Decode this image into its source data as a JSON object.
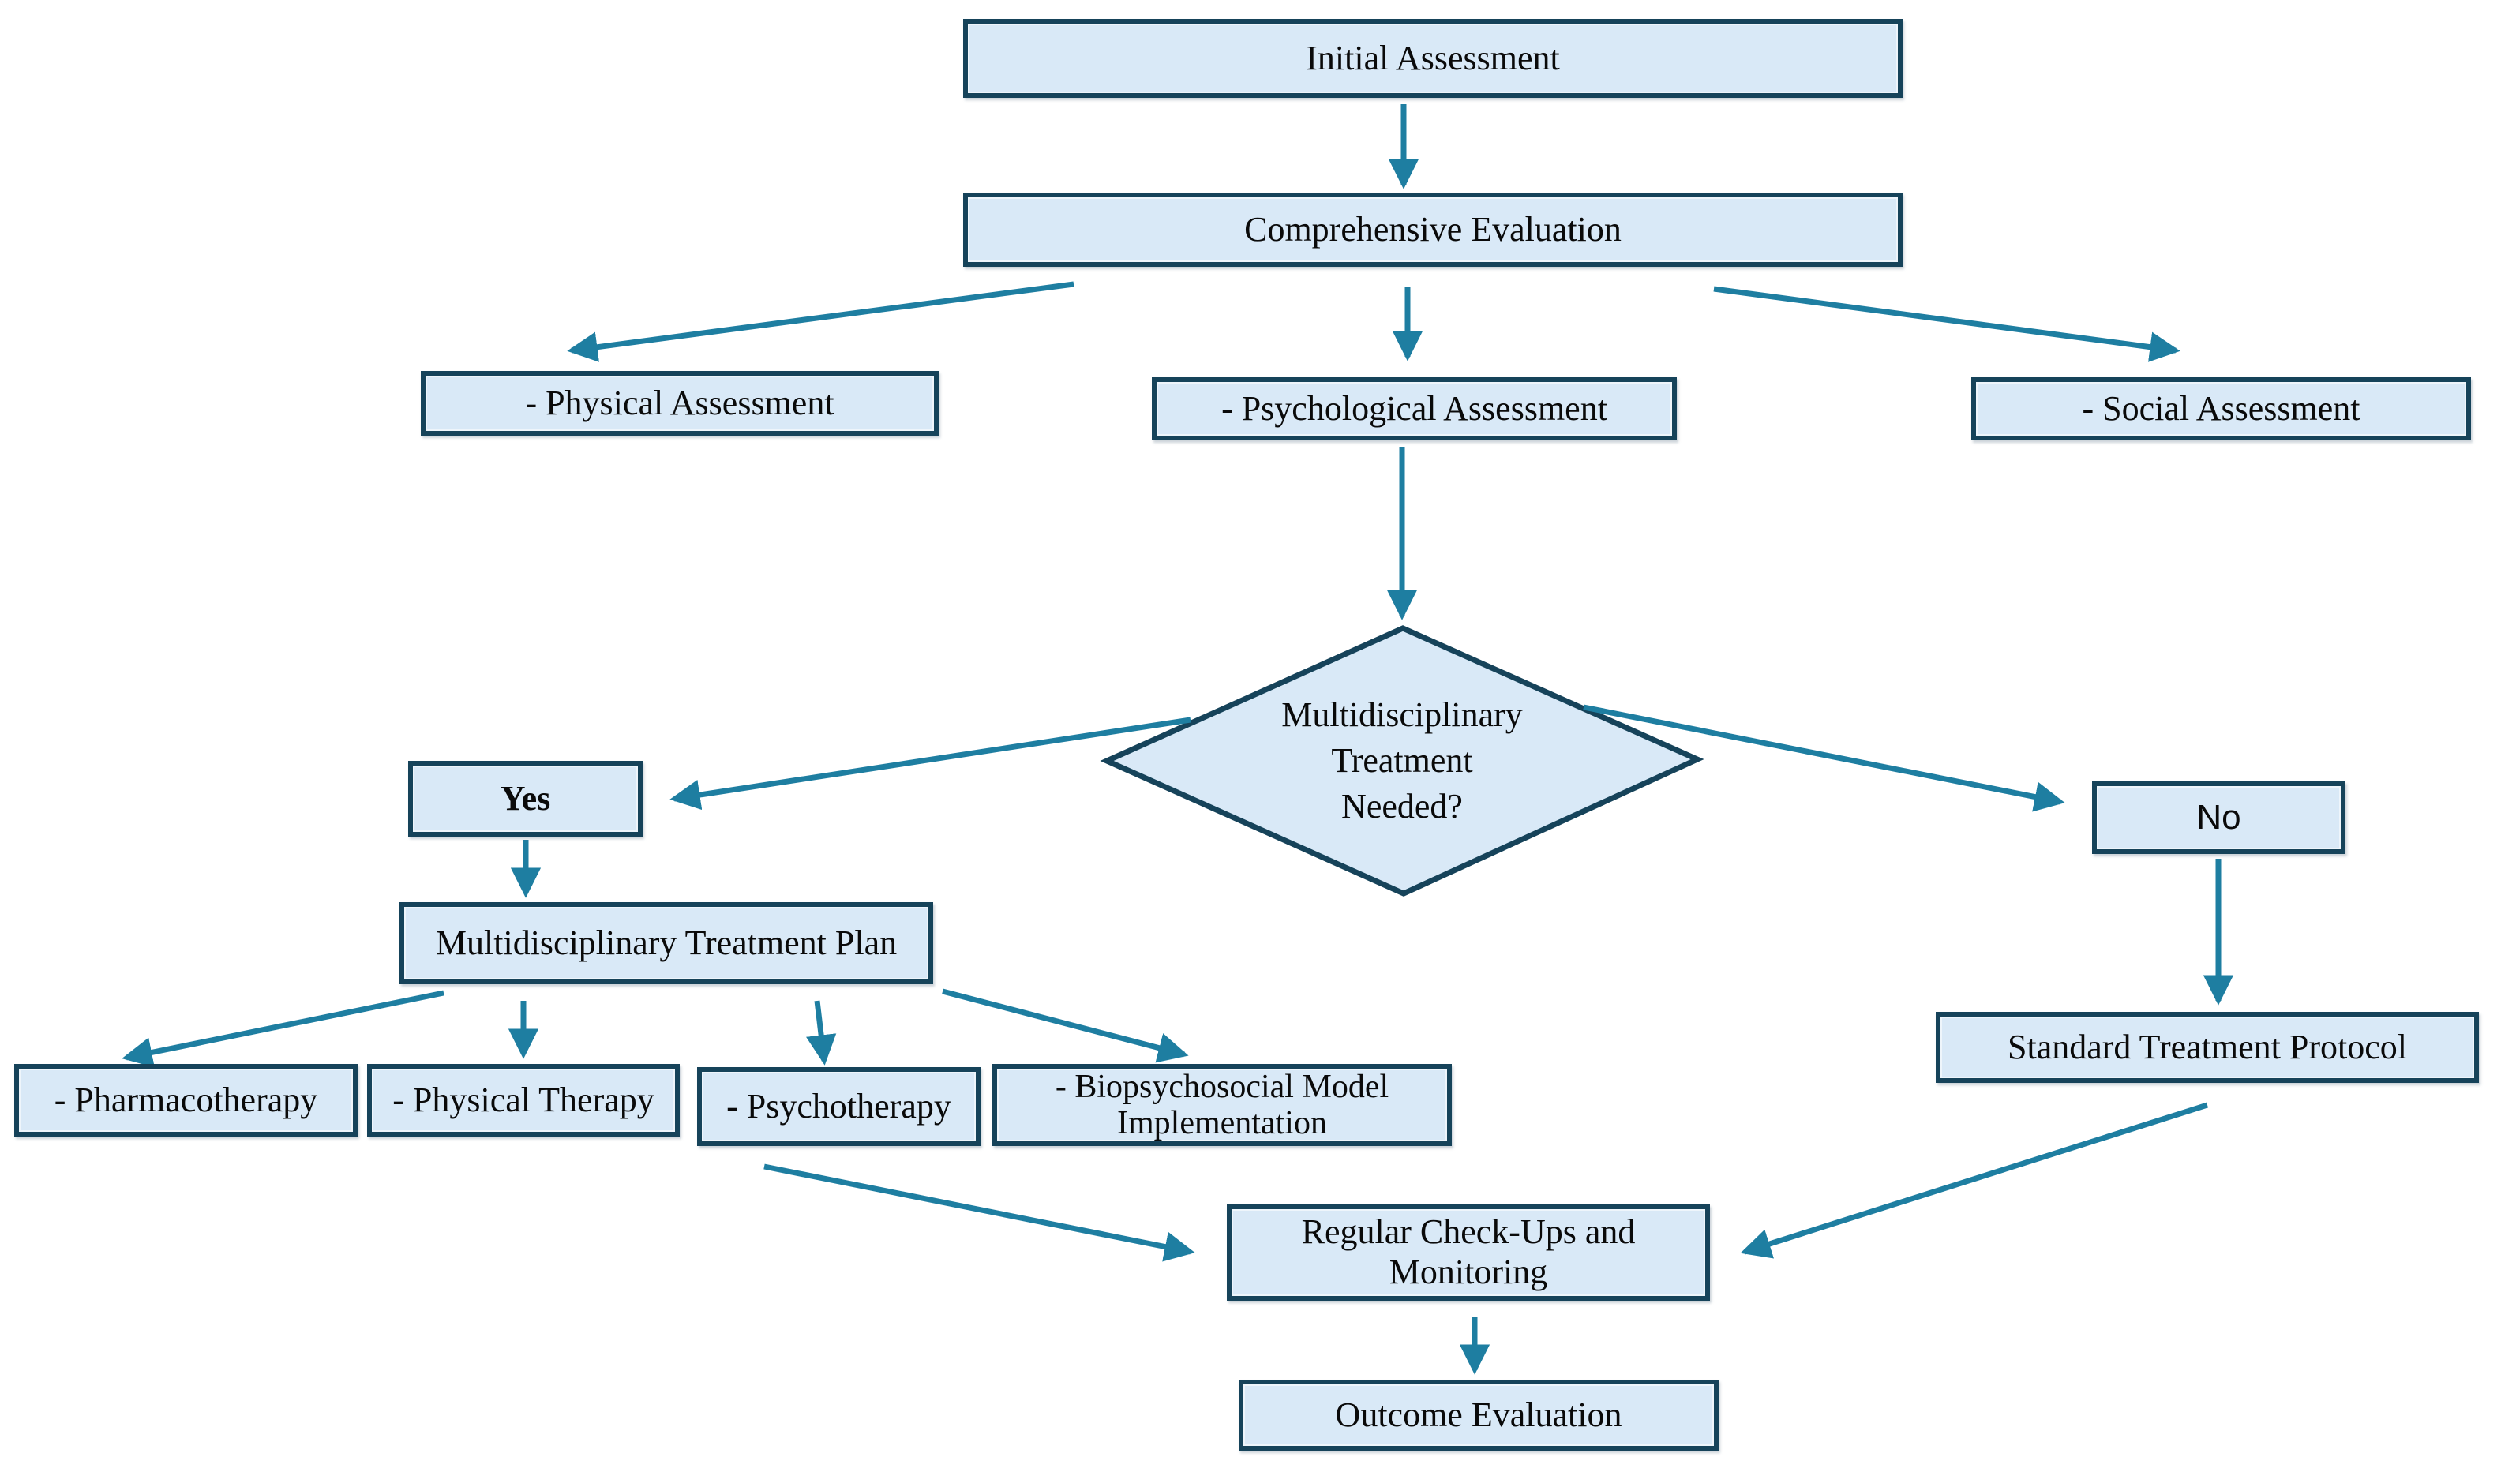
{
  "nodes": {
    "initial": {
      "label": "Initial Assessment"
    },
    "comprehensive": {
      "label": "Comprehensive Evaluation"
    },
    "physical_assessment": {
      "label": "- Physical Assessment"
    },
    "psychological_assessment": {
      "label": "- Psychological Assessment"
    },
    "social_assessment": {
      "label": "- Social Assessment"
    },
    "decision": {
      "label": "Multidisciplinary\nTreatment\nNeeded?"
    },
    "yes": {
      "label": "Yes"
    },
    "no": {
      "label": "No"
    },
    "mtp": {
      "label": "Multidisciplinary Treatment Plan"
    },
    "pharmacotherapy": {
      "label": "- Pharmacotherapy"
    },
    "physical_therapy": {
      "label": "- Physical Therapy"
    },
    "psychotherapy": {
      "label": "- Psychotherapy"
    },
    "biopsychosocial": {
      "label": "- Biopsychosocial Model Implementation"
    },
    "standard": {
      "label": "Standard Treatment Protocol"
    },
    "checkups": {
      "label": "Regular Check-Ups and Monitoring"
    },
    "outcome": {
      "label": "Outcome Evaluation"
    }
  },
  "edges": [
    {
      "from": "initial",
      "to": "comprehensive"
    },
    {
      "from": "comprehensive",
      "to": "physical_assessment"
    },
    {
      "from": "comprehensive",
      "to": "psychological_assessment"
    },
    {
      "from": "comprehensive",
      "to": "social_assessment"
    },
    {
      "from": "psychological_assessment",
      "to": "decision"
    },
    {
      "from": "decision",
      "to": "yes"
    },
    {
      "from": "decision",
      "to": "no"
    },
    {
      "from": "yes",
      "to": "mtp"
    },
    {
      "from": "no",
      "to": "standard"
    },
    {
      "from": "mtp",
      "to": "pharmacotherapy"
    },
    {
      "from": "mtp",
      "to": "physical_therapy"
    },
    {
      "from": "mtp",
      "to": "psychotherapy"
    },
    {
      "from": "mtp",
      "to": "biopsychosocial"
    },
    {
      "from": "psychotherapy",
      "to": "checkups"
    },
    {
      "from": "standard",
      "to": "checkups"
    },
    {
      "from": "checkups",
      "to": "outcome"
    }
  ],
  "colors": {
    "box_fill": "#d9e9f7",
    "box_border": "#16435a",
    "arrow": "#1e7ea1",
    "text": "#0a0a0a"
  }
}
